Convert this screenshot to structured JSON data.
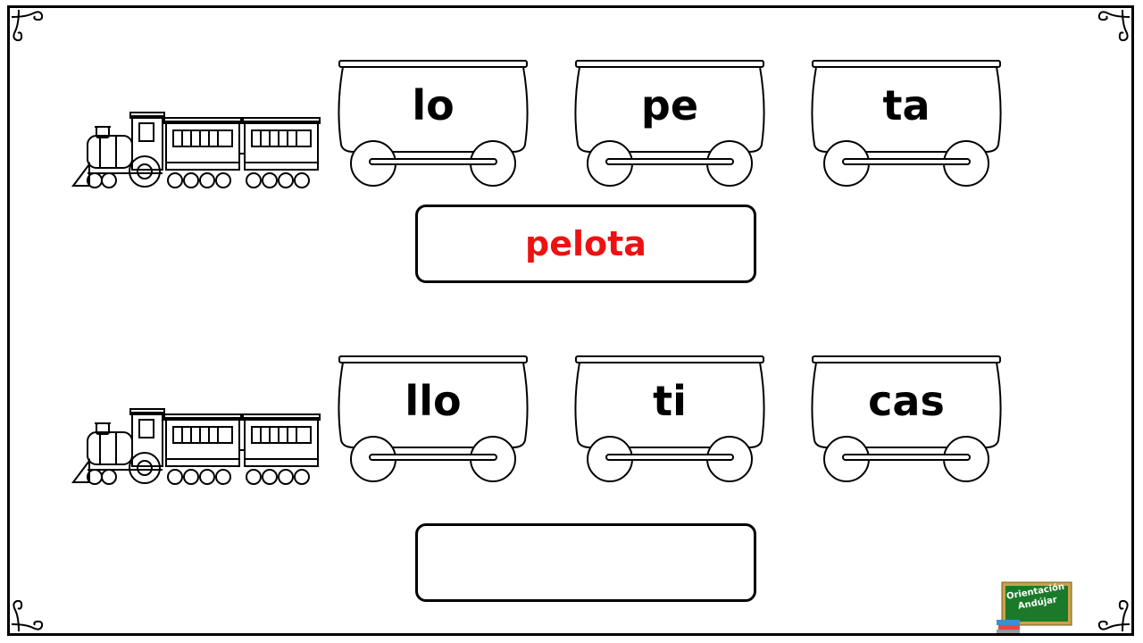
{
  "activity": {
    "exercises": [
      {
        "syllables": [
          "lo",
          "pe",
          "ta"
        ],
        "answer": "pelota"
      },
      {
        "syllables": [
          "llo",
          "ti",
          "cas"
        ],
        "answer": ""
      }
    ]
  },
  "logo": {
    "line1": "Orientación",
    "line2": "Andújar"
  },
  "colors": {
    "answer_text": "#ee1111",
    "border": "#000000",
    "logo_board": "#1a7a2a",
    "logo_frame": "#c9a24a"
  }
}
